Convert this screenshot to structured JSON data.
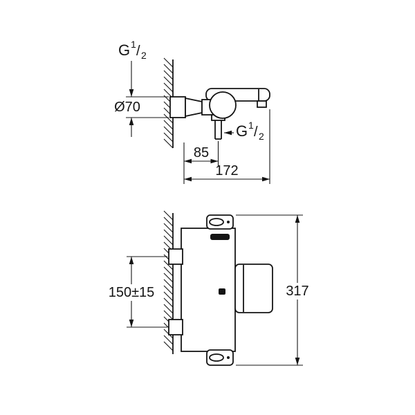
{
  "page": {
    "background_color": "#ffffff",
    "line_color": "#141414"
  },
  "side_view": {
    "wall_thread_label": {
      "prefix": "G",
      "numerator": "1",
      "slash": "/",
      "denominator": "2"
    },
    "escutcheon_diameter_label": "Ø70",
    "shower_outlet_thread_label": {
      "prefix": "G",
      "numerator": "1",
      "slash": "/",
      "denominator": "2"
    },
    "wall_to_outlet_dimension": "85",
    "projection_dimension": "172"
  },
  "front_view": {
    "inlet_spacing_dimension": "150±15",
    "overall_height_dimension": "317"
  }
}
